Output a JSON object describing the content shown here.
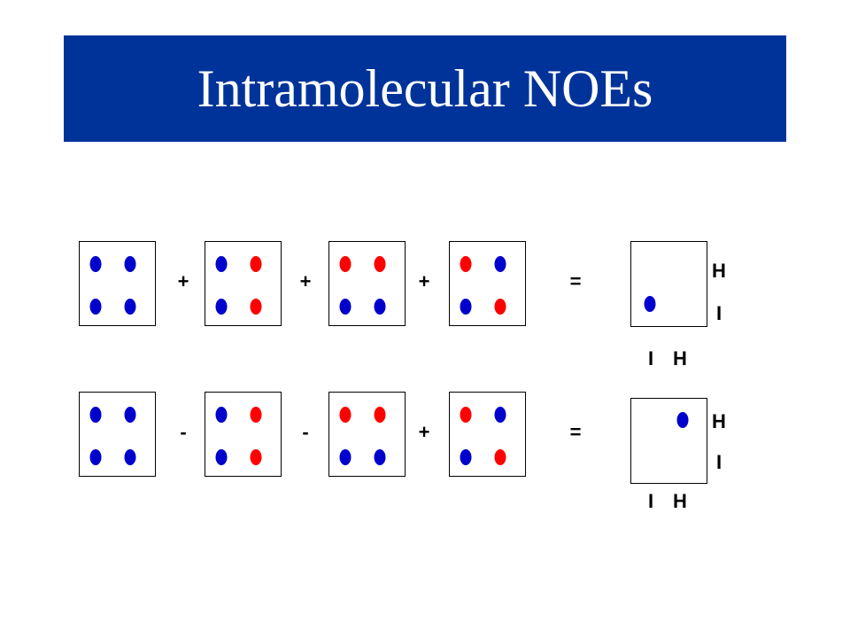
{
  "slide": {
    "title": "Intramolecular NOEs"
  },
  "colors": {
    "title_bar": "#003399",
    "blue": "#0000cc",
    "red": "#ff0000"
  },
  "rows": [
    {
      "boxes": [
        {
          "dots": [
            "blue",
            "blue",
            "blue",
            "blue"
          ]
        },
        {
          "dots": [
            "blue",
            "red",
            "blue",
            "red"
          ]
        },
        {
          "dots": [
            "red",
            "red",
            "blue",
            "blue"
          ]
        },
        {
          "dots": [
            "red",
            "blue",
            "blue",
            "red"
          ]
        }
      ],
      "operators": [
        "+",
        "+",
        "+"
      ],
      "equals": "=",
      "result": {
        "dot": {
          "color": "blue",
          "position": "bottom-left"
        },
        "right_labels": [
          "H",
          "I"
        ],
        "bottom_labels": [
          "I",
          "H"
        ]
      }
    },
    {
      "boxes": [
        {
          "dots": [
            "blue",
            "blue",
            "blue",
            "blue"
          ]
        },
        {
          "dots": [
            "blue",
            "red",
            "blue",
            "red"
          ]
        },
        {
          "dots": [
            "red",
            "red",
            "blue",
            "blue"
          ]
        },
        {
          "dots": [
            "red",
            "blue",
            "blue",
            "red"
          ]
        }
      ],
      "operators": [
        "-",
        "-",
        "+"
      ],
      "equals": "=",
      "result": {
        "dot": {
          "color": "blue",
          "position": "top-right"
        },
        "right_labels": [
          "H",
          "I"
        ],
        "bottom_labels": [
          "I",
          "H"
        ]
      }
    }
  ]
}
